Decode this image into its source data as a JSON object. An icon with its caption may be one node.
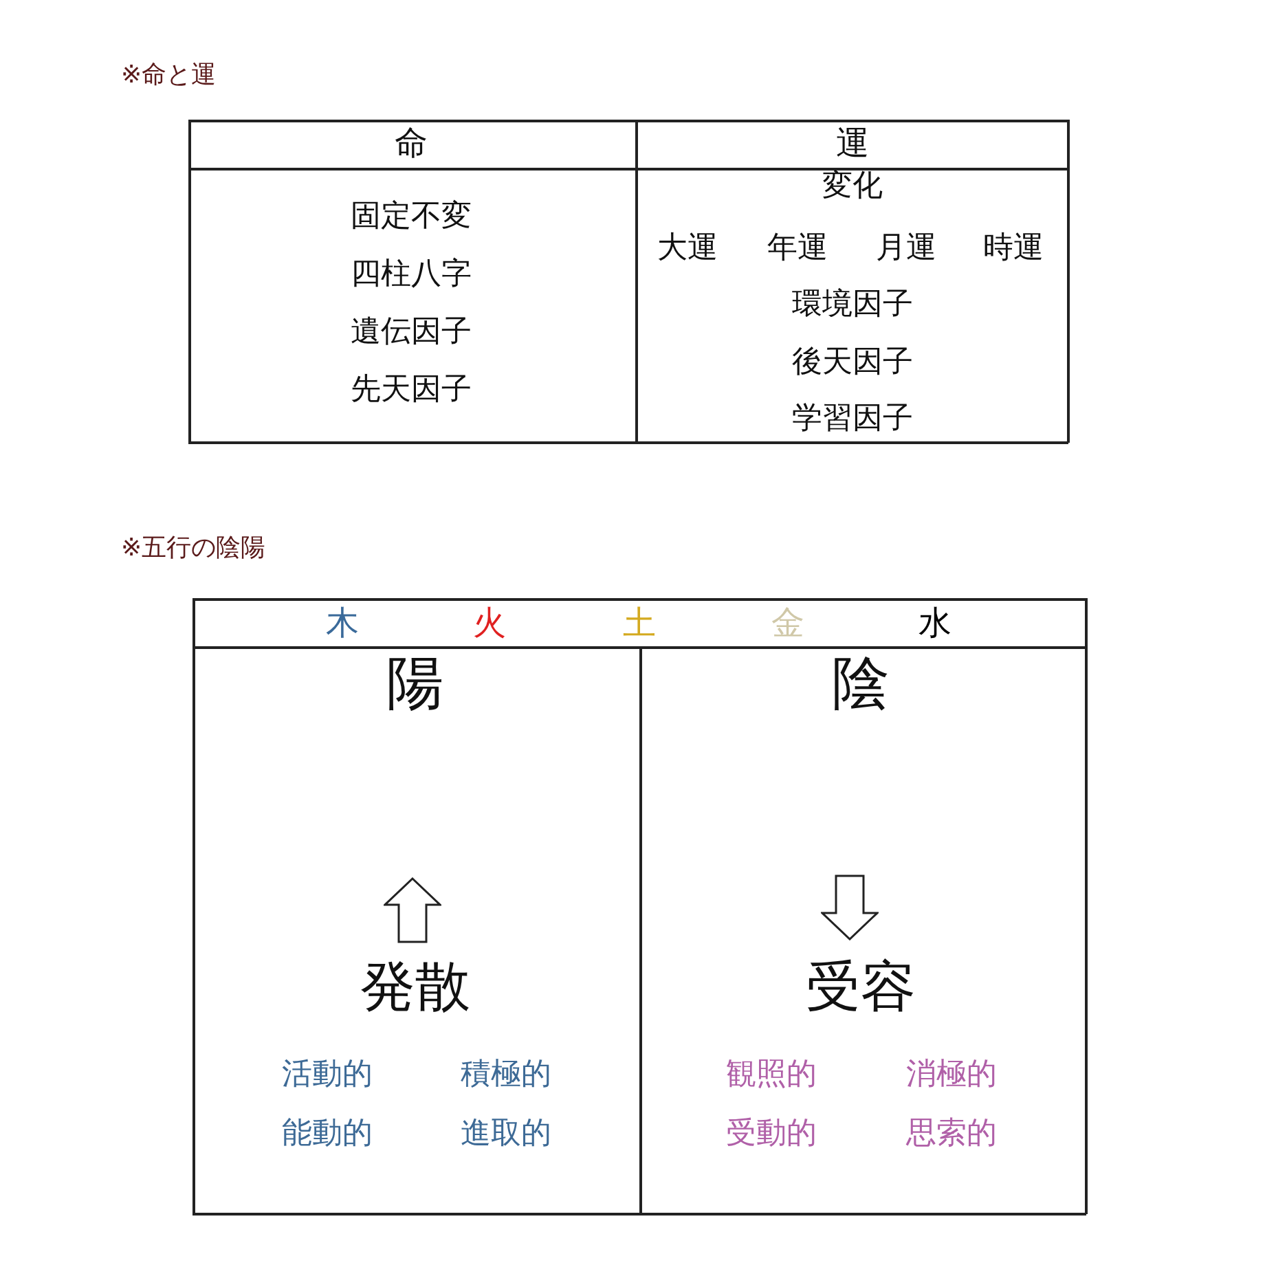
{
  "diagram": {
    "labels": [
      "※命と運",
      "命",
      "運",
      "固定不変",
      "四柱八字",
      "遺伝因子",
      "先天因子",
      "変化",
      "大運",
      "年運",
      "月運",
      "時運",
      "環境因子",
      "後天因子",
      "学習因子",
      "※五行の陰陽",
      "木",
      "火",
      "土",
      "金",
      "水",
      "陽",
      "陰",
      "発散",
      "受容",
      "活動的",
      "積極的",
      "能動的",
      "進取的",
      "観照的",
      "消極的",
      "受動的",
      "思索的"
    ]
  }
}
